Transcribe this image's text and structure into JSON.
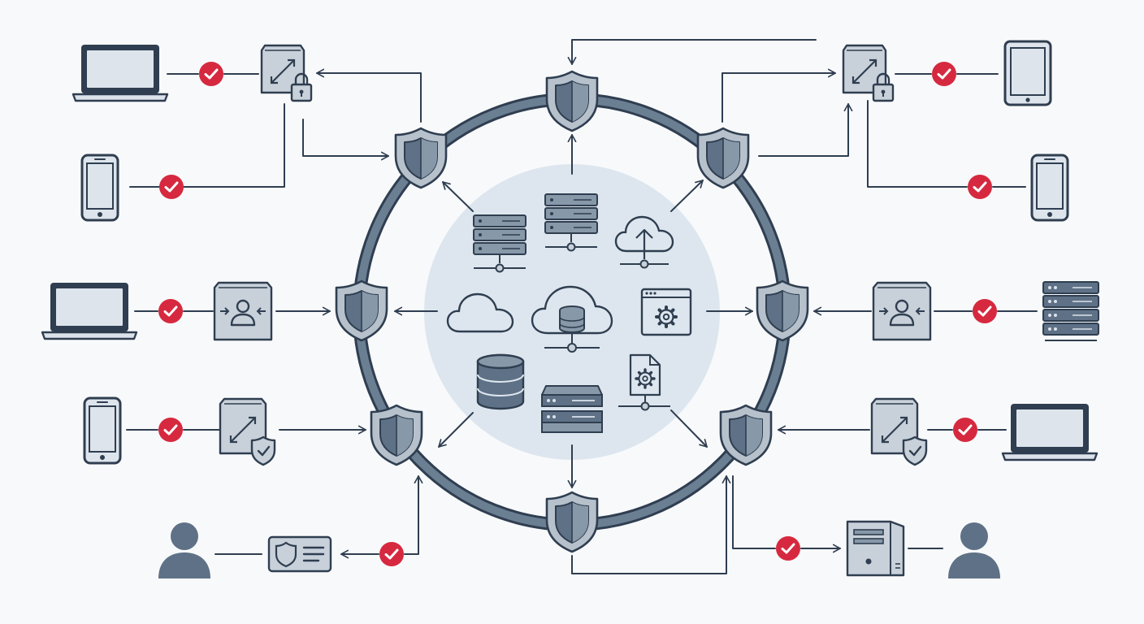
{
  "diagram": {
    "kind": "zero-trust security perimeter",
    "palette": {
      "background": "#f8f9fb",
      "line": "#2f3e50",
      "icon_fill": "#dbe2ea",
      "icon_stroke": "#3a4a5c",
      "shield_fill": "#b6c1cc",
      "shield_inner": "#5e7186",
      "ring_fill": "#6b7f93",
      "core_circle": "#dde6ee",
      "check_red": "#d6293f"
    },
    "ring_gateways": [
      {
        "id": "top",
        "icon": "shield-icon"
      },
      {
        "id": "upper-left",
        "icon": "shield-icon"
      },
      {
        "id": "upper-right",
        "icon": "shield-icon"
      },
      {
        "id": "left",
        "icon": "shield-icon"
      },
      {
        "id": "right",
        "icon": "shield-icon"
      },
      {
        "id": "lower-left",
        "icon": "shield-icon"
      },
      {
        "id": "lower-right",
        "icon": "shield-icon"
      },
      {
        "id": "bottom",
        "icon": "shield-icon"
      }
    ],
    "core_resources": [
      {
        "id": "server-rack-1",
        "icon": "server-rack-icon"
      },
      {
        "id": "server-rack-2",
        "icon": "server-rack-icon"
      },
      {
        "id": "cloud-network",
        "icon": "cloud-network-icon"
      },
      {
        "id": "cloud",
        "icon": "cloud-icon"
      },
      {
        "id": "cloud-database",
        "icon": "cloud-database-icon"
      },
      {
        "id": "app-settings",
        "icon": "app-window-gear-icon"
      },
      {
        "id": "database",
        "icon": "database-icon"
      },
      {
        "id": "storage-appliance",
        "icon": "storage-appliance-icon"
      },
      {
        "id": "config-file",
        "icon": "config-file-icon"
      }
    ],
    "endpoints": [
      {
        "id": "laptop-top-left",
        "icon": "laptop-icon",
        "verified": true
      },
      {
        "id": "phone-top-left",
        "icon": "smartphone-icon",
        "verified": true
      },
      {
        "id": "laptop-mid-left",
        "icon": "laptop-icon",
        "verified": true
      },
      {
        "id": "phone-lower-left",
        "icon": "smartphone-icon",
        "verified": true
      },
      {
        "id": "user-bottom-left",
        "icon": "user-icon",
        "verified": true
      },
      {
        "id": "tablet-top-right",
        "icon": "tablet-icon",
        "verified": true
      },
      {
        "id": "phone-top-right",
        "icon": "smartphone-icon",
        "verified": true
      },
      {
        "id": "server-mid-right",
        "icon": "server-rack-icon",
        "verified": true
      },
      {
        "id": "laptop-lower-right",
        "icon": "laptop-icon",
        "verified": true
      },
      {
        "id": "workstation-bottom-right",
        "icon": "desktop-tower-icon",
        "verified": true
      },
      {
        "id": "user-bottom-right",
        "icon": "user-icon",
        "verified": true
      }
    ],
    "access_proxies": [
      {
        "id": "proxy-top-left",
        "icon": "access-proxy-lock-icon"
      },
      {
        "id": "proxy-mid-left",
        "icon": "identity-proxy-icon"
      },
      {
        "id": "proxy-lower-left",
        "icon": "access-proxy-shield-icon"
      },
      {
        "id": "badge-bottom-left",
        "icon": "id-badge-icon"
      },
      {
        "id": "proxy-top-right",
        "icon": "access-proxy-lock-icon"
      },
      {
        "id": "proxy-mid-right",
        "icon": "identity-proxy-icon"
      },
      {
        "id": "proxy-lower-right",
        "icon": "access-proxy-shield-icon"
      }
    ],
    "check_icon": "check-circle-icon"
  }
}
